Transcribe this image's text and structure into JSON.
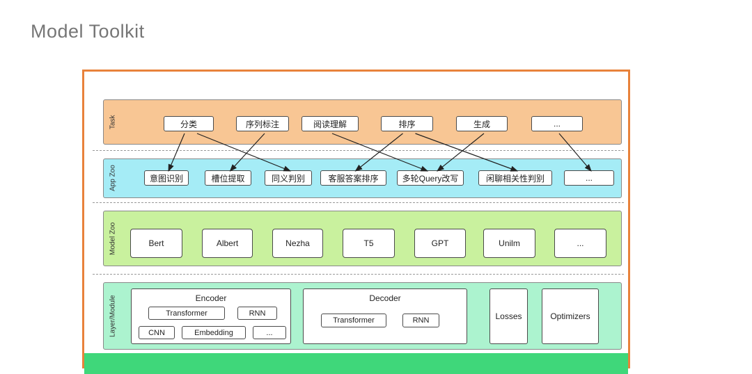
{
  "page": {
    "title": "Model Toolkit"
  },
  "diagram": {
    "colors": {
      "outer_border": "#e8823b",
      "task_band": "#f8c694",
      "app_zoo_band": "#a5ecf6",
      "model_zoo_band": "#c9f19e",
      "layer_module_band": "#acf3cf",
      "bottom_strip": "#3fd77a"
    },
    "layers": [
      {
        "name": "Task",
        "items": [
          "分类",
          "序列标注",
          "阅读理解",
          "排序",
          "生成",
          "..."
        ]
      },
      {
        "name": "App Zoo",
        "items": [
          "意图识别",
          "槽位提取",
          "同义判别",
          "客服答案排序",
          "多轮Query改写",
          "闲聊相关性判别",
          "..."
        ]
      },
      {
        "name": "Model Zoo",
        "items": [
          "Bert",
          "Albert",
          "Nezha",
          "T5",
          "GPT",
          "Unilm",
          "..."
        ]
      },
      {
        "name": "Layer/Module",
        "groups": [
          {
            "label": "Encoder",
            "items": [
              "Transformer",
              "RNN",
              "CNN",
              "Embedding",
              "..."
            ]
          },
          {
            "label": "Decoder",
            "items": [
              "Transformer",
              "RNN"
            ]
          },
          {
            "label": "Losses",
            "items": []
          },
          {
            "label": "Optimizers",
            "items": []
          }
        ]
      }
    ],
    "arrows": [
      {
        "from": "分类",
        "to": "意图识别"
      },
      {
        "from": "分类",
        "to": "同义判别"
      },
      {
        "from": "序列标注",
        "to": "槽位提取"
      },
      {
        "from": "阅读理解",
        "to": "多轮Query改写"
      },
      {
        "from": "排序",
        "to": "客服答案排序"
      },
      {
        "from": "排序",
        "to": "闲聊相关性判别"
      },
      {
        "from": "生成",
        "to": "多轮Query改写"
      },
      {
        "from": "...",
        "to": "..."
      }
    ]
  }
}
